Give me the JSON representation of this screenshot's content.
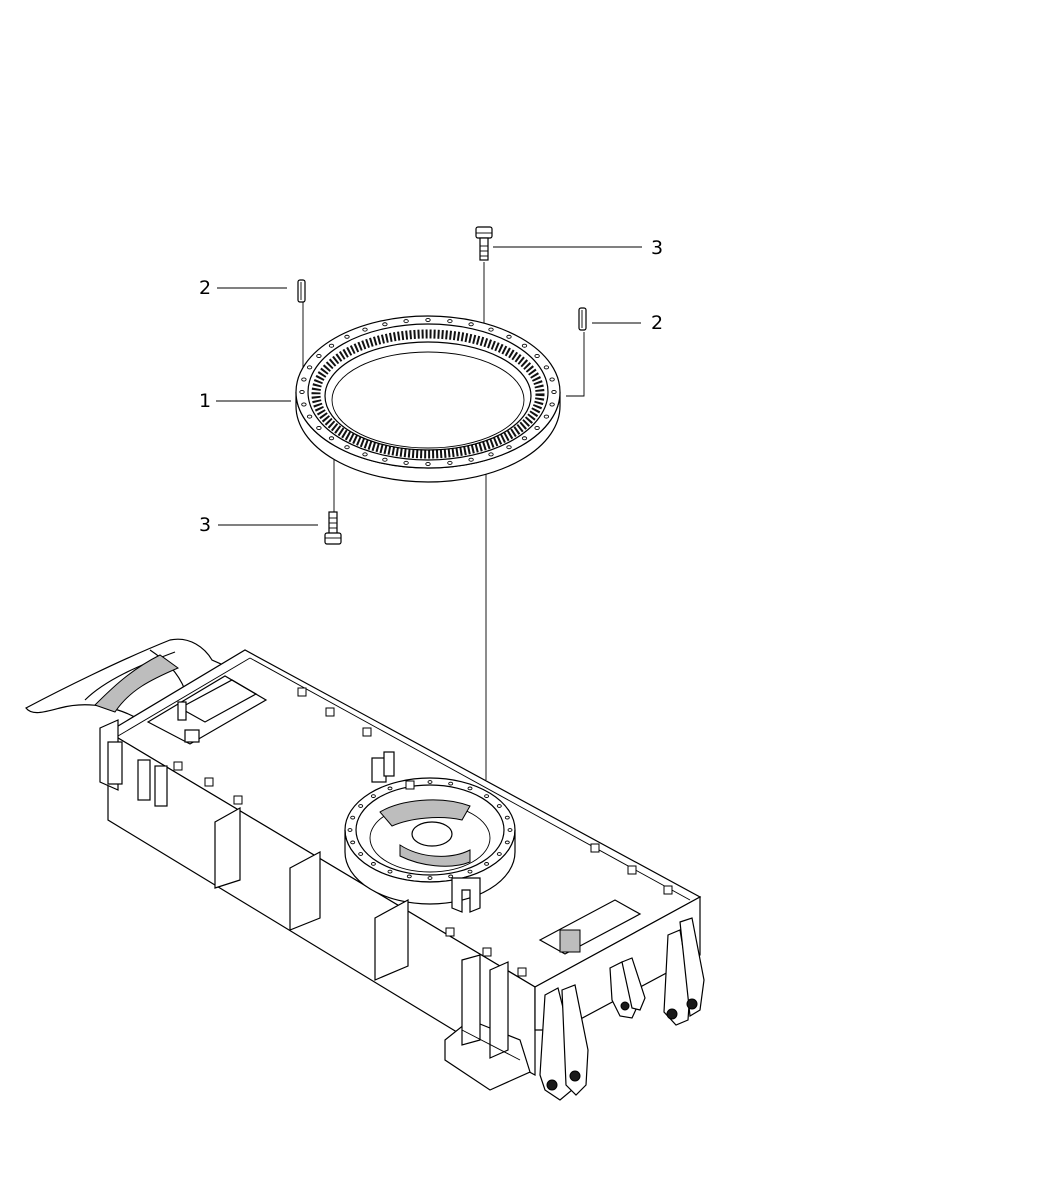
{
  "callouts": {
    "ring": "1",
    "pin_left": "2",
    "pin_right": "2",
    "bolt_top": "3",
    "bolt_bottom": "3"
  },
  "parts": [
    "slewing-ring",
    "dowel-pin",
    "bolt",
    "undercarriage-frame"
  ]
}
